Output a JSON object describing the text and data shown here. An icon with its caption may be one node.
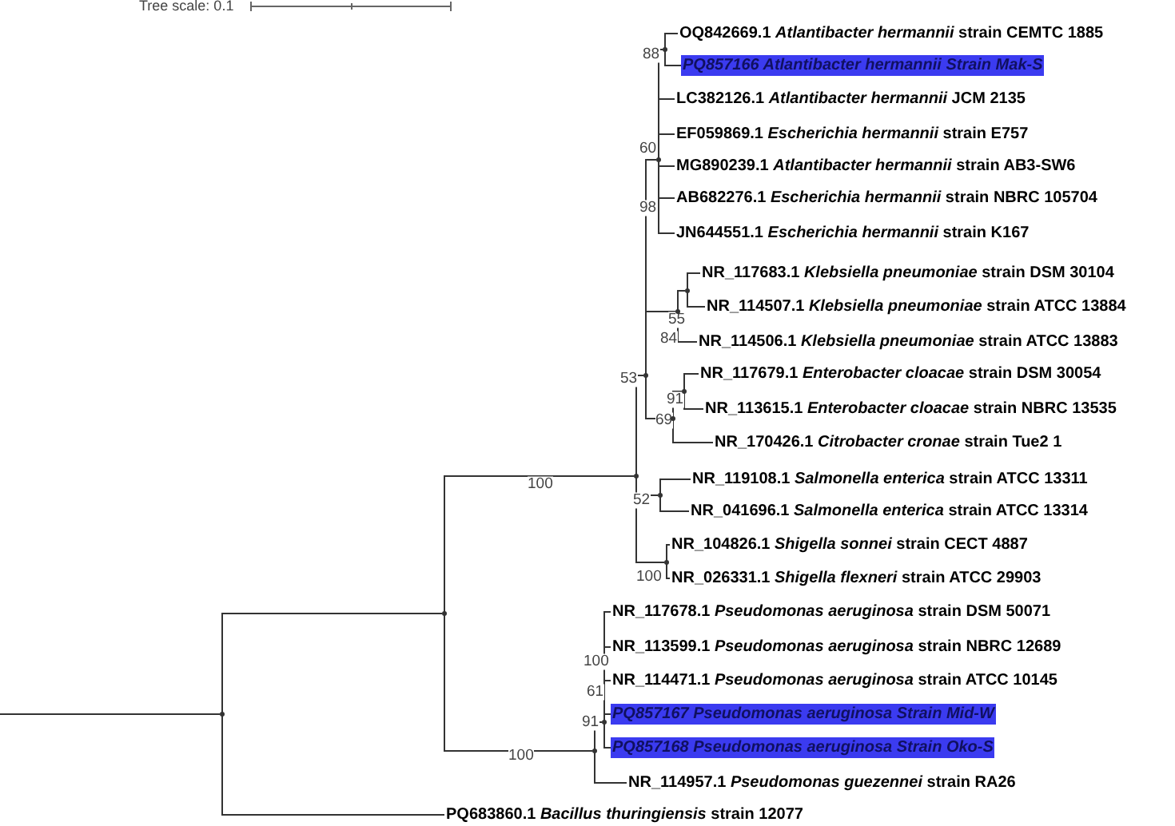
{
  "diagram": {
    "nodes": [
      {
        "text": [
          "OQ842669.1 *Atlantibacter hermannii* strain CEMTC 1885"
        ]
      },
      {
        "text": [
          "PQ857166 Atlantibacter hermannii Strain Mak-S"
        ]
      },
      {
        "text": [
          "LC382126.1 *Atlantibacter hermannii* JCM 2135"
        ]
      },
      {
        "text": [
          "EF059869.1 *Escherichia hermannii* strain E757"
        ]
      },
      {
        "text": [
          "MG890239.1 *Atlantibacter hermannii* strain AB3-SW6"
        ]
      },
      {
        "text": [
          "AB682276.1 *Escherichia hermannii* strain NBRC 105704"
        ]
      },
      {
        "text": [
          "JN644551.1 *Escherichia hermannii* strain K167"
        ]
      },
      {
        "text": [
          "NR_117683.1 *Klebsiella pneumoniae* strain DSM 30104"
        ]
      },
      {
        "text": [
          "NR_114507.1 *Klebsiella pneumoniae* strain ATCC 13884"
        ]
      },
      {
        "text": [
          "NR_114506.1 *Klebsiella pneumoniae* strain ATCC 13883"
        ]
      },
      {
        "text": [
          "NR_117679.1 *Enterobacter cloacae* strain DSM 30054"
        ]
      },
      {
        "text": [
          "NR_113615.1 *Enterobacter cloacae* strain NBRC 13535"
        ]
      },
      {
        "text": [
          "NR_170426.1 *Citrobacter cronae* strain Tue2 1"
        ]
      },
      {
        "text": [
          "NR_119108.1 *Salmonella enterica* strain ATCC 13311"
        ]
      },
      {
        "text": [
          "NR_041696.1 *Salmonella enterica* strain ATCC 13314"
        ]
      },
      {
        "text": [
          "NR_104826.1 *Shigella sonnei* strain CECT 4887"
        ]
      },
      {
        "text": [
          "NR_026331.1 *Shigella flexneri* strain ATCC 29903"
        ]
      },
      {
        "text": [
          "NR_117678.1 *Pseudomonas aeruginosa* strain DSM 50071"
        ]
      },
      {
        "text": [
          "NR_113599.1 *Pseudomonas aeruginosa* strain NBRC 12689"
        ]
      },
      {
        "text": [
          "NR_114471.1 *Pseudomonas aeruginosa* strain ATCC 10145"
        ]
      },
      {
        "text": [
          "PQ857167 Pseudomonas aeruginosa Strain Mid-W"
        ]
      },
      {
        "text": [
          "PQ857168 Pseudomonas aeruginosa Strain Oko-S"
        ]
      },
      {
        "text": [
          "NR_114957.1 *Pseudomonas guezennei* strain RA26"
        ]
      },
      {
        "text": [
          "PQ683860.1 *Bacillus thuringiensis* strain 12077"
        ]
      },
      {
        "text": [],
        "shape": "dot"
      },
      {
        "text": [],
        "shape": "dot"
      },
      {
        "text": [],
        "shape": "dot"
      },
      {
        "text": [],
        "shape": "dot"
      },
      {
        "text": [],
        "shape": "dot"
      },
      {
        "text": [],
        "shape": "dot"
      },
      {
        "text": [],
        "shape": "dot"
      },
      {
        "text": [],
        "shape": "dot"
      },
      {
        "text": [],
        "shape": "dot"
      },
      {
        "text": [],
        "shape": "dot"
      },
      {
        "text": [],
        "shape": "dot"
      },
      {
        "text": [],
        "shape": "dot"
      },
      {
        "text": [],
        "shape": "dot"
      },
      {
        "text": [],
        "shape": "dot"
      }
    ],
    "edges": [
      {
        "from": null,
        "to": 35,
        "arrow": "none"
      },
      {
        "from": 35,
        "to": 34,
        "arrow": "none"
      },
      {
        "from": 35,
        "to": 23,
        "arrow": "none"
      },
      {
        "from": 34,
        "to": 31,
        "arrow": "none"
      },
      {
        "from": 34,
        "to": 37,
        "arrow": "none"
      },
      {
        "from": 31,
        "to": 28,
        "arrow": "none"
      },
      {
        "from": 31,
        "to": 32,
        "arrow": "none"
      },
      {
        "from": 31,
        "to": 33,
        "arrow": "none"
      },
      {
        "from": 28,
        "to": 25,
        "arrow": "none"
      },
      {
        "from": 28,
        "to": 27,
        "arrow": "none"
      },
      {
        "from": 28,
        "to": 30,
        "arrow": "none"
      },
      {
        "from": 25,
        "to": 24,
        "arrow": "none"
      },
      {
        "from": 24,
        "to": 0,
        "arrow": "none"
      },
      {
        "from": 24,
        "to": 1,
        "arrow": "none"
      },
      {
        "from": 25,
        "to": 2,
        "arrow": "none"
      },
      {
        "from": 25,
        "to": 3,
        "arrow": "none"
      },
      {
        "from": 25,
        "to": 4,
        "arrow": "none"
      },
      {
        "from": 25,
        "to": 5,
        "arrow": "none"
      },
      {
        "from": 25,
        "to": 6,
        "arrow": "none"
      },
      {
        "from": 27,
        "to": 26,
        "arrow": "none"
      },
      {
        "from": 26,
        "to": 7,
        "arrow": "none"
      },
      {
        "from": 26,
        "to": 8,
        "arrow": "none"
      },
      {
        "from": 27,
        "to": 9,
        "arrow": "none"
      },
      {
        "from": 30,
        "to": 29,
        "arrow": "none"
      },
      {
        "from": 29,
        "to": 10,
        "arrow": "none"
      },
      {
        "from": 29,
        "to": 11,
        "arrow": "none"
      },
      {
        "from": 30,
        "to": 12,
        "arrow": "none"
      },
      {
        "from": 32,
        "to": 13,
        "arrow": "none"
      },
      {
        "from": 32,
        "to": 14,
        "arrow": "none"
      },
      {
        "from": 33,
        "to": 15,
        "arrow": "none"
      },
      {
        "from": 33,
        "to": 16,
        "arrow": "none"
      },
      {
        "from": 37,
        "to": 36,
        "arrow": "none"
      },
      {
        "from": 36,
        "to": 17,
        "arrow": "none"
      },
      {
        "from": 36,
        "to": 18,
        "arrow": "none"
      },
      {
        "from": 36,
        "to": 19,
        "arrow": "none"
      },
      {
        "from": 36,
        "to": 20,
        "arrow": "none"
      },
      {
        "from": 36,
        "to": 21,
        "arrow": "none"
      },
      {
        "from": 37,
        "to": 22,
        "arrow": "none"
      }
    ],
    "labels": [
      "Tree scale: 0.1",
      "88",
      "60",
      "98",
      "55",
      "84",
      "53",
      "91",
      "69",
      "100",
      "52",
      "100",
      "100",
      "61",
      "91",
      "100"
    ]
  }
}
